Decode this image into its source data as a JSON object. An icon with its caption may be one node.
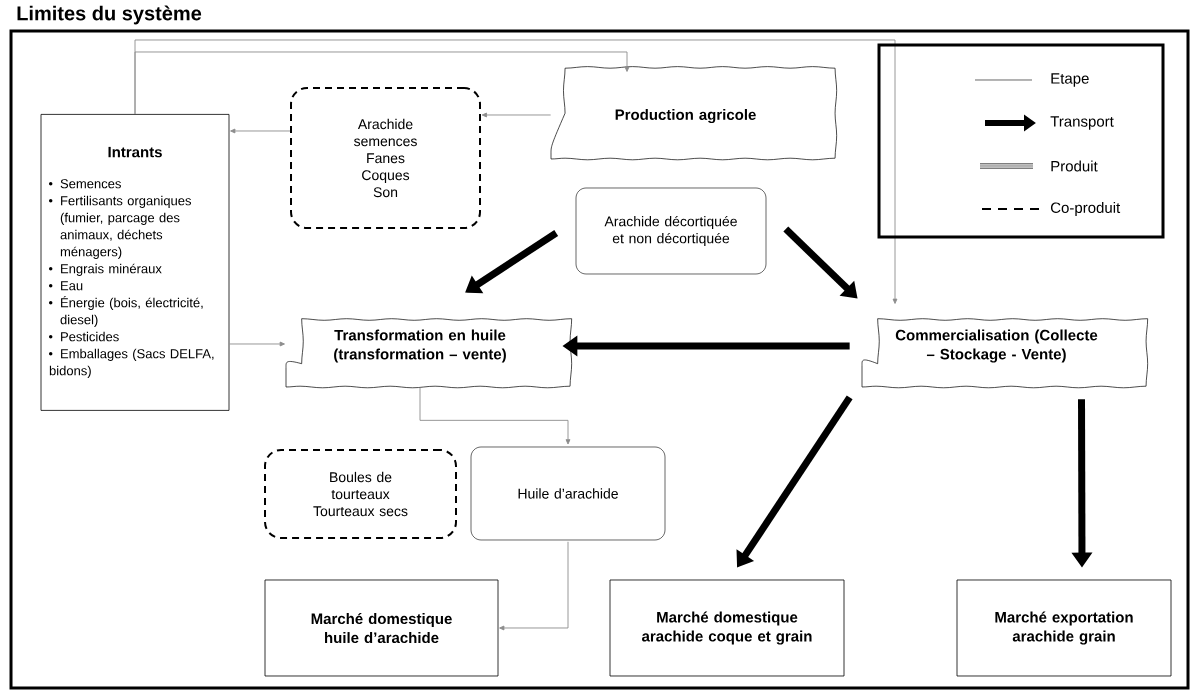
{
  "diagram": {
    "title": "Limites du système",
    "nodes": [
      {
        "text": [
          "Intrants",
          "Semences",
          "Fertilisants organiques (fumier, parcage des animaux, déchets ménagers)",
          "Engrais minéraux",
          "Eau",
          "Énergie (bois, électricité, diesel)",
          "Pesticides",
          "Emballages (Sacs DELFA, bidons)"
        ]
      },
      {
        "text": [
          "Arachide semences",
          "Fanes",
          "Coques",
          "Son"
        ]
      },
      {
        "text": [
          "Production agricole"
        ]
      },
      {
        "text": [
          "Arachide décortiquée et non décortiquée"
        ]
      },
      {
        "text": [
          "Transformation en huile (transformation – vente)"
        ]
      },
      {
        "text": [
          "Commercialisation (Collecte – Stockage - Vente)"
        ]
      },
      {
        "text": [
          "Boules de tourteaux",
          "Tourteaux secs"
        ]
      },
      {
        "text": [
          "Huile d’arachide"
        ]
      },
      {
        "text": [
          "Marché domestique huile d’arachide"
        ]
      },
      {
        "text": [
          "Marché domestique arachide coque et grain"
        ]
      },
      {
        "text": [
          "Marché exportation arachide grain"
        ]
      }
    ],
    "edges": [
      {
        "from": 0,
        "to": 2,
        "arrow": "to",
        "color": "#8c8c8c"
      },
      {
        "from": 0,
        "to": 5,
        "arrow": "to",
        "color": "#8c8c8c"
      },
      {
        "from": 2,
        "to": 1,
        "arrow": "to",
        "color": "#8c8c8c"
      },
      {
        "from": 1,
        "to": 0,
        "arrow": "to",
        "color": "#8c8c8c"
      },
      {
        "from": 0,
        "to": 4,
        "arrow": "to",
        "color": "#8c8c8c"
      },
      {
        "from": 3,
        "to": 4,
        "arrow": "to",
        "style": "thick",
        "color": "#000000"
      },
      {
        "from": 3,
        "to": 5,
        "arrow": "to",
        "style": "thick",
        "color": "#000000"
      },
      {
        "from": 5,
        "to": 4,
        "arrow": "to",
        "style": "thick",
        "color": "#000000"
      },
      {
        "from": 5,
        "to": 9,
        "arrow": "to",
        "style": "thick",
        "color": "#000000"
      },
      {
        "from": 5,
        "to": 10,
        "arrow": "to",
        "style": "thick",
        "color": "#000000"
      },
      {
        "from": 4,
        "to": 7,
        "arrow": "to"
      },
      {
        "from": 7,
        "to": 8,
        "arrow": "to"
      }
    ],
    "legend": [
      {
        "text": "Etape"
      },
      {
        "text": "Transport"
      },
      {
        "text": "Produit"
      },
      {
        "text": "Co-produit"
      }
    ]
  }
}
